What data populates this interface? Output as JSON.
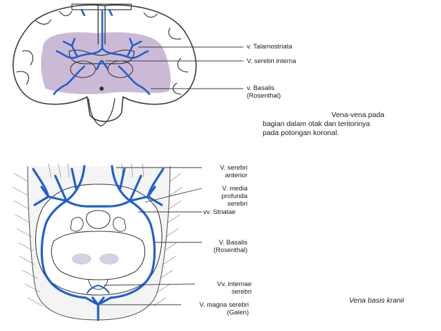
{
  "top_figure": {
    "labels": {
      "talamostriata": "v. Talamostriata",
      "serebri_interna": "V. serebri interna",
      "basalis_line1": "v. Basalis",
      "basalis_line2": "(Rosenthal)"
    },
    "caption": {
      "line1": "Vena-vena pada",
      "line2": "bagian dalam otak dan teritorinya",
      "line3": "pada potongan koronal."
    }
  },
  "bottom_figure": {
    "labels": {
      "serebri_anterior_line1": "V. serebri",
      "serebri_anterior_line2": "anterior",
      "media_profunda_line1": "V. media",
      "media_profunda_line2": "profunda",
      "media_profunda_line3": "serebri",
      "striatae": "vv. Striatae",
      "basalis_line1": "V. Basalis",
      "basalis_line2": "(Rosenthal)",
      "internae_line1": "Vv. internae",
      "internae_line2": "serebri",
      "magna_line1": "V. magna serebri",
      "magna_line2": "(Galen)"
    },
    "caption": "Vena basis kranii"
  },
  "colors": {
    "vein_blue": "#1f5fd0",
    "territory_purple": "#b9a3c8",
    "outline": "#3a3a3a"
  }
}
